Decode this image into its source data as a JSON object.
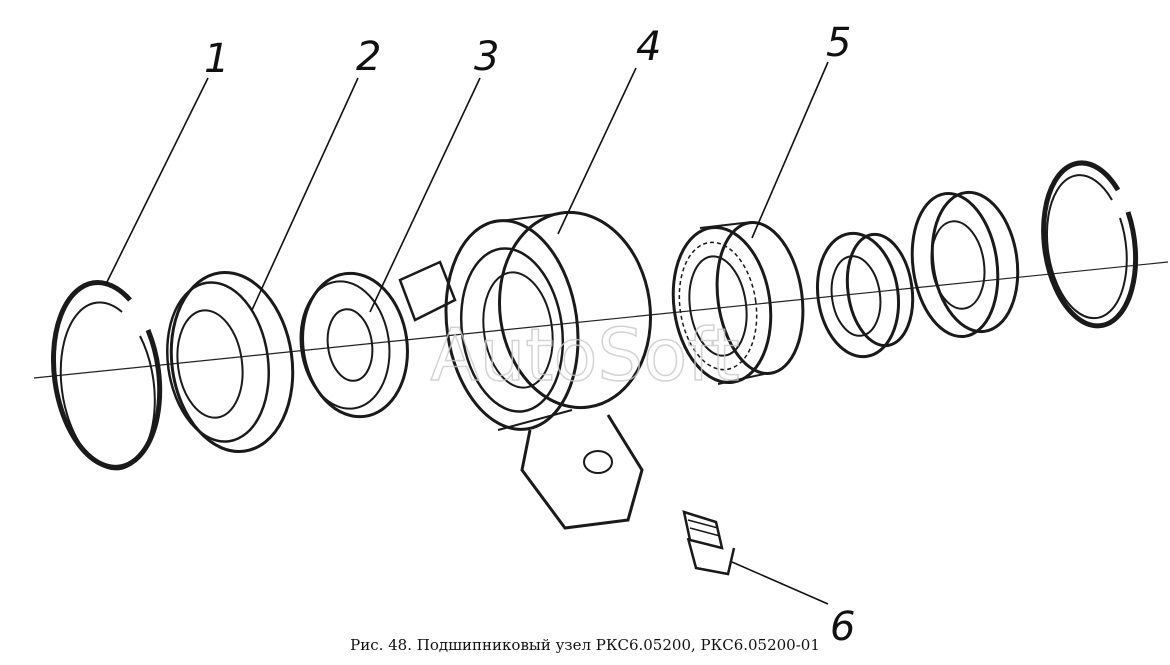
{
  "labels": {
    "l1": "1",
    "l2": "2",
    "l3": "3",
    "l4": "4",
    "l5": "5",
    "l6": "6"
  },
  "watermark": "AutoSoft",
  "caption": "Рис. 48. Подшипниковый узел РКС6.05200, РКС6.05200-01"
}
